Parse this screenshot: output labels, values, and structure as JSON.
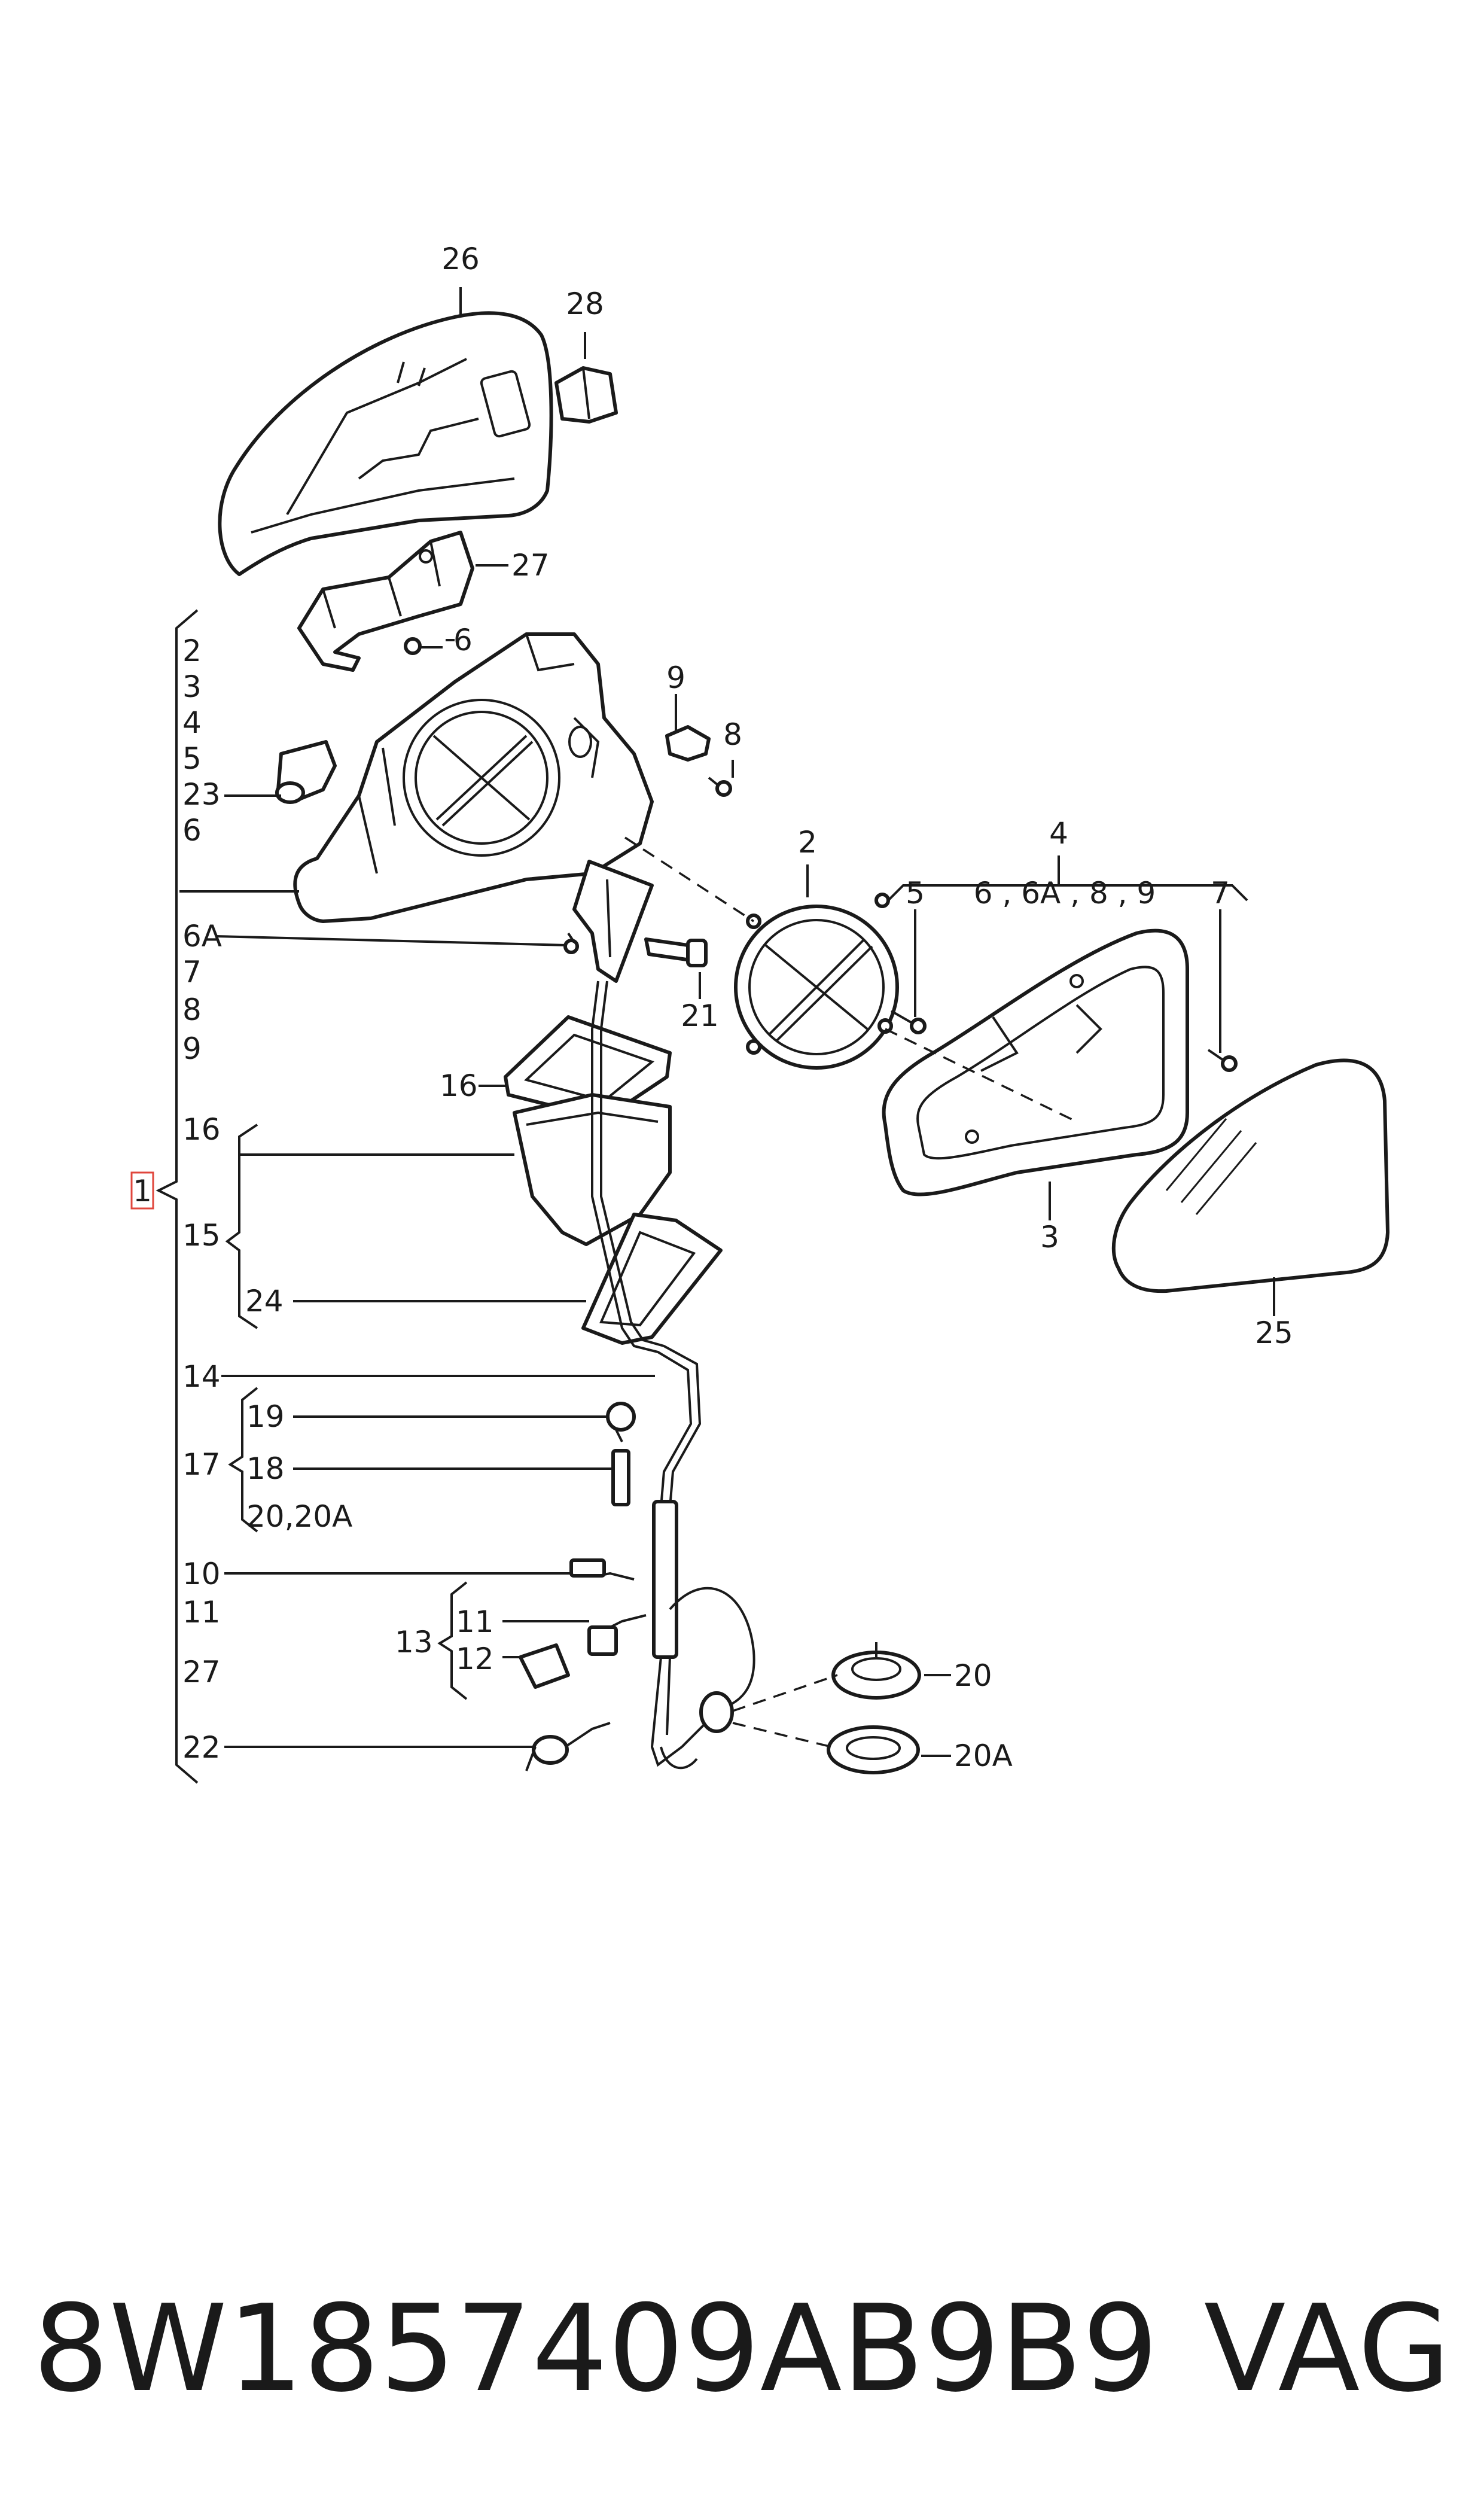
{
  "callouts": {
    "c26": "26",
    "c28": "28",
    "c27_top": "27",
    "c6_top": "6",
    "c9_top": "9",
    "c8_top": "8",
    "c2_right": "2",
    "c4": "4",
    "c5": "5",
    "c7": "7",
    "c6_group": "6 , 6A , 8 , 9",
    "c21": "21",
    "c3": "3",
    "c25": "25",
    "c16_part": "16",
    "c20": "20",
    "c20a": "20A"
  },
  "list": {
    "l2": "2",
    "l3": "3",
    "l4": "4",
    "l5": "5",
    "l23": "23",
    "l6": "6",
    "l6a": "6A",
    "l7": "7",
    "l8": "8",
    "l9": "9",
    "l16": "16",
    "l15": "15",
    "l24": "24",
    "l14": "14",
    "l19": "19",
    "l17": "17",
    "l18": "18",
    "l20_20a": "20,20A",
    "l10": "10",
    "l11": "11",
    "l27": "27",
    "l13": "13",
    "l11b": "11",
    "l12": "12",
    "l22": "22",
    "assembly_1": "1"
  },
  "footer": {
    "part_number": "8W1857409AB9B9",
    "brand": "VAG"
  }
}
